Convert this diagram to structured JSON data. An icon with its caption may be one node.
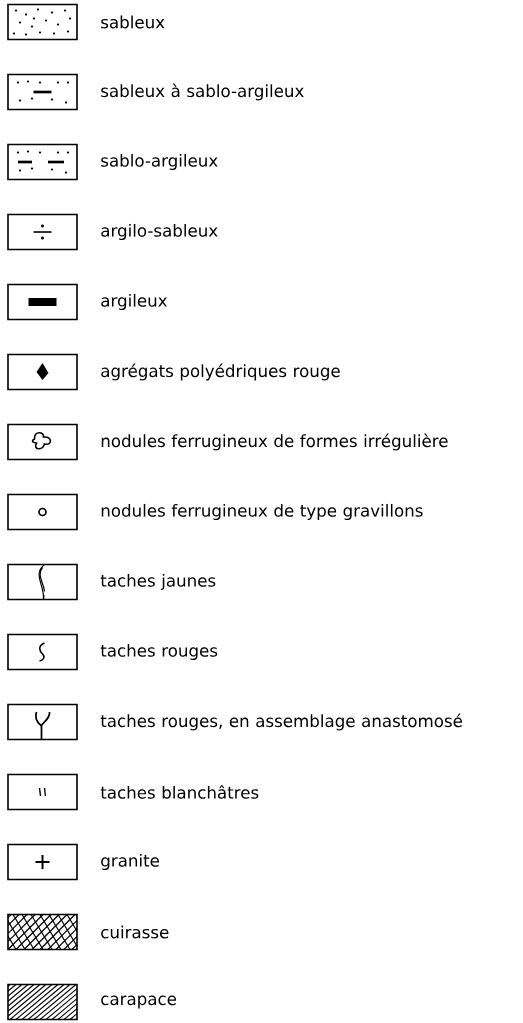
{
  "diagram": {
    "legend": [
      {
        "text": "sableux"
      },
      {
        "text": "sableux à sablo-argileux"
      },
      {
        "text": "sablo-argileux"
      },
      {
        "text": "argilo-sableux"
      },
      {
        "text": "argileux"
      },
      {
        "text": "agrégats polyédriques rouge"
      },
      {
        "text": "nodules ferrugineux de formes irrégulière"
      },
      {
        "text": "nodules ferrugineux de type gravillons"
      },
      {
        "text": "taches jaunes"
      },
      {
        "text": "taches rouges"
      },
      {
        "text": "taches rouges, en assemblage anastomosé"
      },
      {
        "text": "taches blanchâtres"
      },
      {
        "text": "granite"
      },
      {
        "text": "cuirasse"
      },
      {
        "text": "carapace"
      }
    ]
  }
}
